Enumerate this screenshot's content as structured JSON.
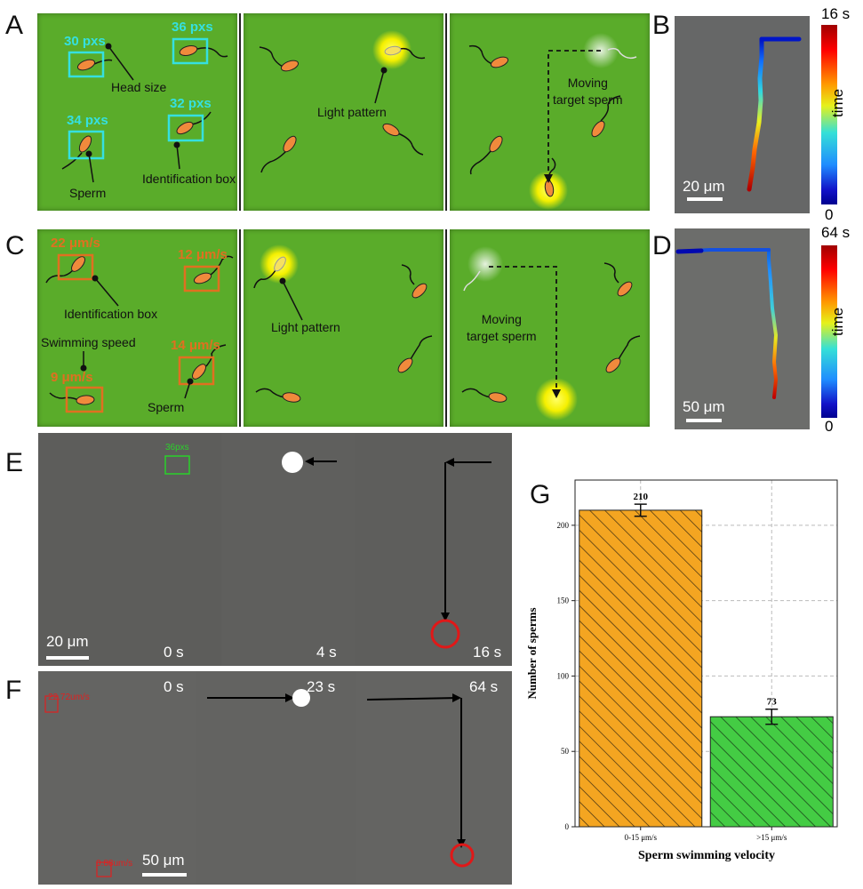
{
  "panel_labels": {
    "A": "A",
    "B": "B",
    "C": "C",
    "D": "D",
    "E": "E",
    "F": "F",
    "G": "G"
  },
  "panelA": {
    "head_sizes": [
      "30 pxs",
      "36 pxs",
      "34 pxs",
      "32 pxs"
    ],
    "head_size_label": "Head size",
    "sperm_label": "Sperm",
    "identification_box_label": "Identification box",
    "light_pattern_label": "Light pattern",
    "moving_target_label": "Moving\ntarget sperm"
  },
  "panelB": {
    "time_max": "16 s",
    "time_min": "0",
    "time_label": "time",
    "scale": "20 μm"
  },
  "panelC": {
    "speeds": [
      "22 μm/s",
      "12 μm/s",
      "9 μm/s",
      "14 μm/s"
    ],
    "identification_box_label": "Identification box",
    "swimming_speed_label": "Swimming speed",
    "sperm_label": "Sperm",
    "light_pattern_label": "Light pattern",
    "moving_target_label": "Moving\ntarget sperm"
  },
  "panelD": {
    "time_max": "64 s",
    "time_min": "0",
    "time_label": "time",
    "scale": "50 μm"
  },
  "panelE": {
    "box_label": "36pxs",
    "times": [
      "0 s",
      "4 s",
      "16 s"
    ],
    "scale": "20 μm"
  },
  "panelF": {
    "box_label_1": "22.72um/s",
    "box_label_2": "0.88um/s",
    "times": [
      "0 s",
      "23 s",
      "64 s"
    ],
    "scale": "50 μm"
  },
  "colors": {
    "green_bg": "#5aac2a",
    "cyan": "#35e0e0",
    "orange": "#e07020",
    "sperm_head": "#f08a3c",
    "bar1": "#f4a521",
    "bar2": "#44cc44"
  },
  "chart_data": {
    "type": "bar",
    "categories": [
      "0-15 μm/s",
      ">15 μm/s"
    ],
    "values": [
      210,
      73
    ],
    "errors": [
      4,
      5
    ],
    "data_labels": [
      "210",
      "73"
    ],
    "xlabel": "Sperm swimming velocity",
    "ylabel": "Number of sperms",
    "yticks": [
      0,
      50,
      100,
      150,
      200
    ],
    "ylim": [
      0,
      230
    ],
    "grid": true,
    "hatch": true
  }
}
